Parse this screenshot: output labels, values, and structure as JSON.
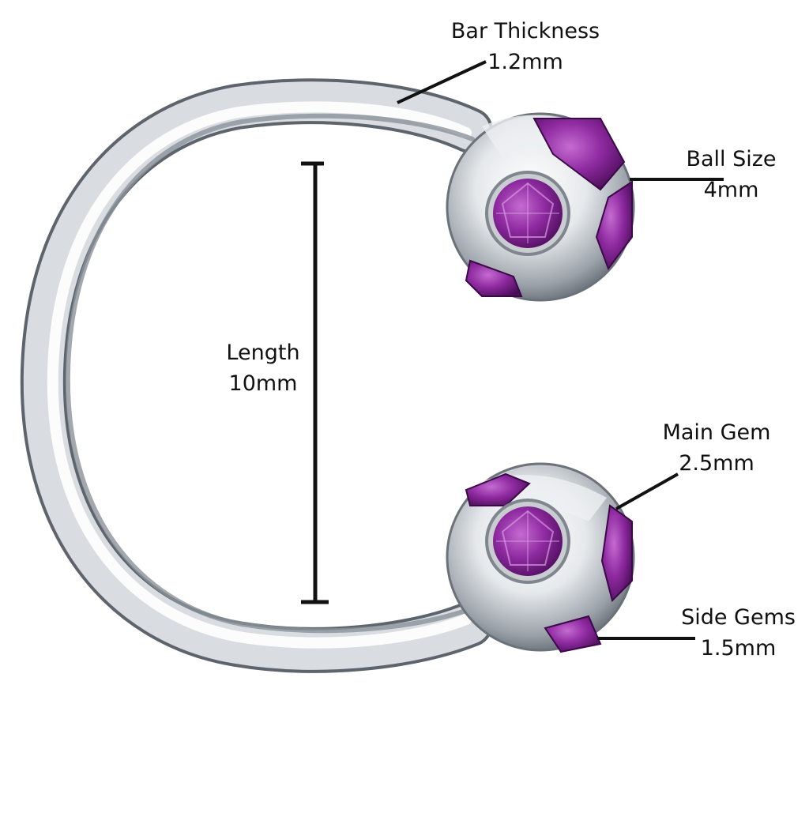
{
  "diagram": {
    "item": "horseshoe-barbell-with-jeweled-balls",
    "colors": {
      "background": "#ffffff",
      "steel_light": "#f2f4f6",
      "steel_mid": "#c7ccd2",
      "steel_dark": "#6f767e",
      "gem_purple": "#7a1a8c",
      "gem_light": "#b04ac0",
      "leader_line": "#111111"
    },
    "annotations": {
      "bar_thickness": {
        "title": "Bar Thickness",
        "value": "1.2mm"
      },
      "ball_size": {
        "title": "Ball Size",
        "value": "4mm"
      },
      "length": {
        "title": "Length",
        "value": "10mm"
      },
      "main_gem": {
        "title": "Main Gem",
        "value": "2.5mm"
      },
      "side_gems": {
        "title": "Side Gems",
        "value": "1.5mm"
      }
    }
  }
}
